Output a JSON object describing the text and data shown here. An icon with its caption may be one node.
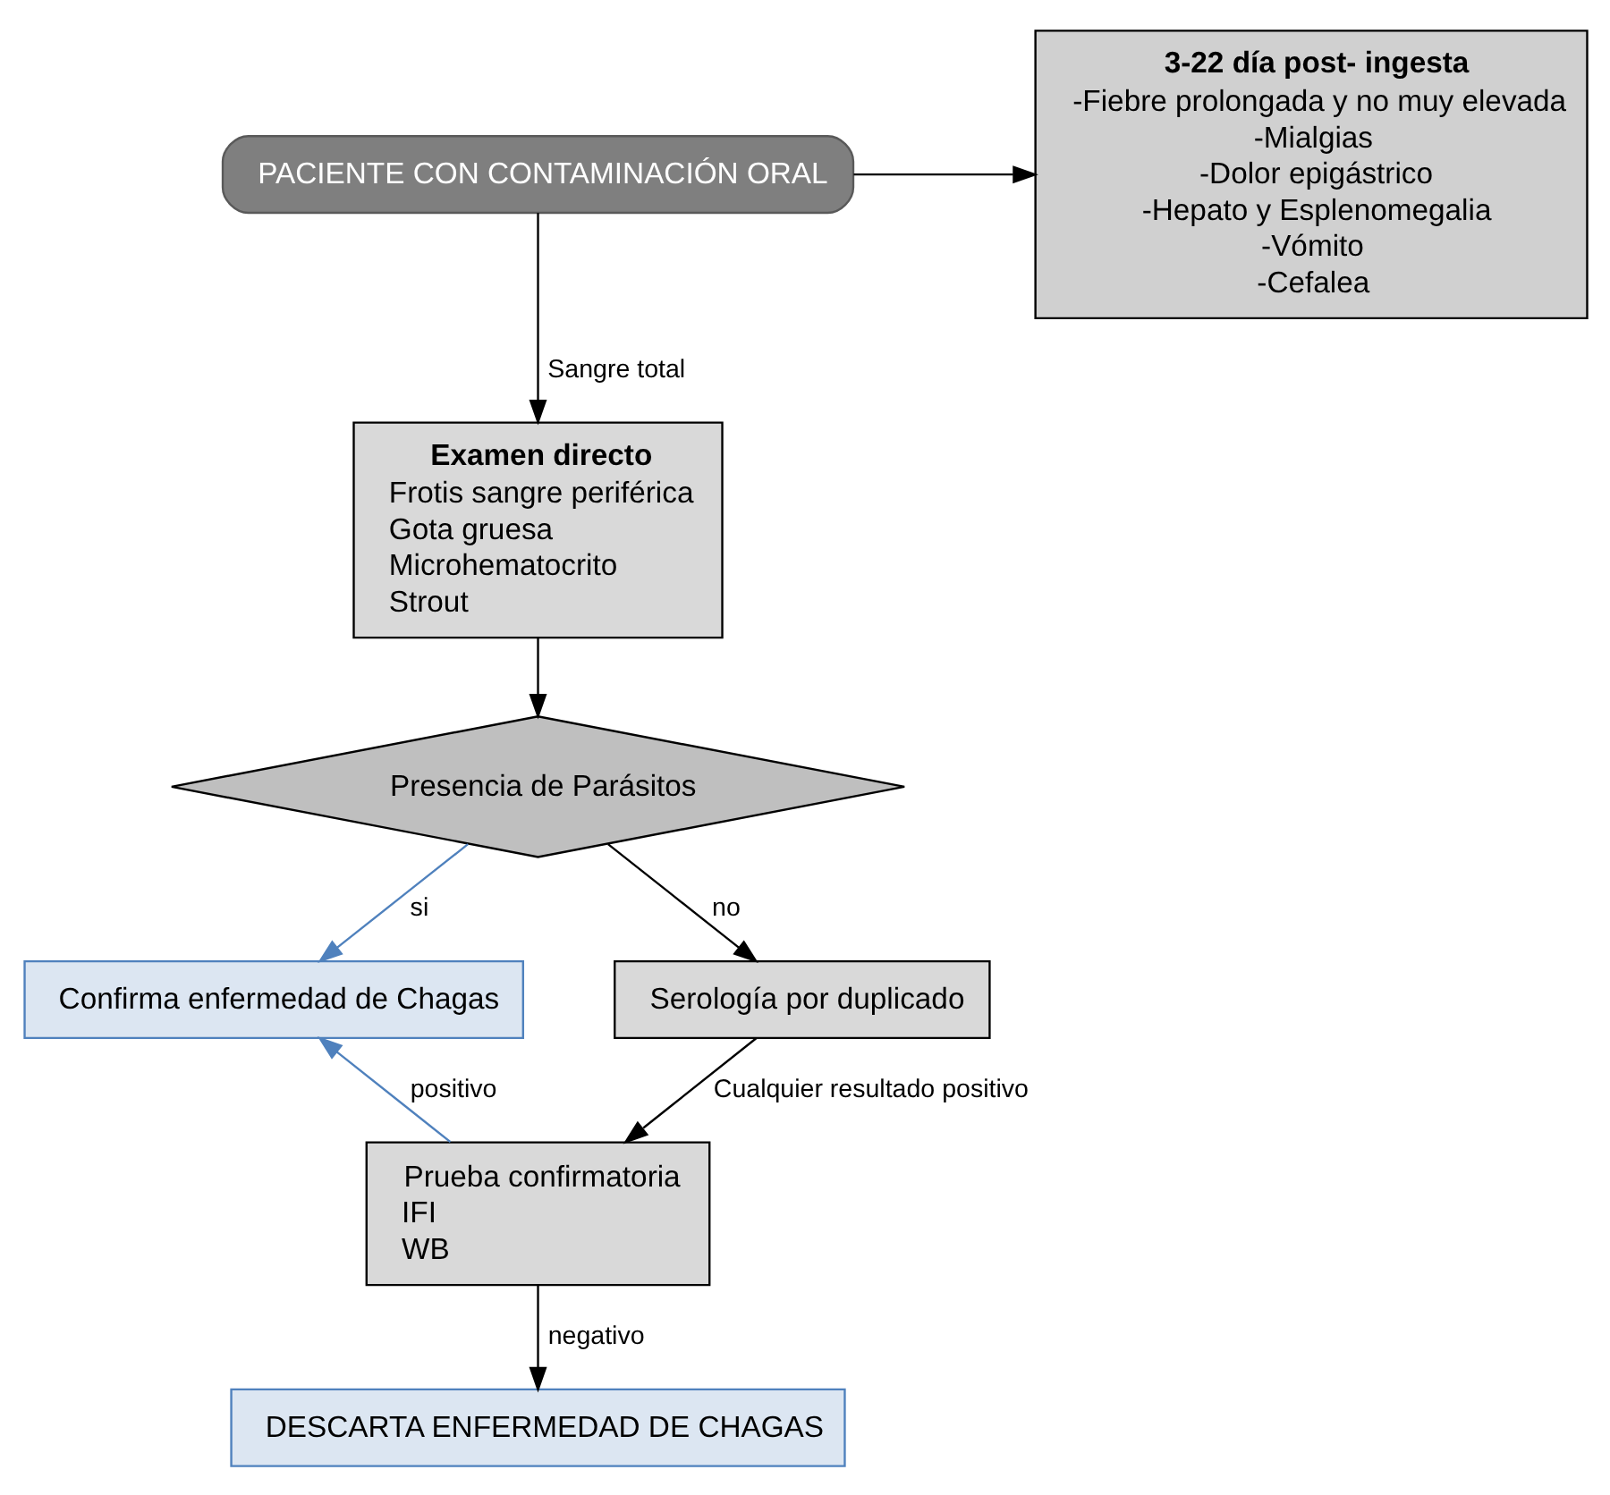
{
  "diagram": {
    "nodes": [
      {
        "text": [
          "PACIENTE CON CONTAMINACIÓN ORAL"
        ]
      },
      {
        "text": [
          "3-22 día post- ingesta",
          "-Fiebre prolongada y no muy elevada",
          "-Mialgias",
          "-Dolor epigástrico",
          "-Hepato y Esplenomegalia",
          "-Vómito",
          "-Cefalea"
        ]
      },
      {
        "text": [
          "Examen directo",
          "Frotis sangre periférica",
          "Gota gruesa",
          "Microhematocrito",
          "Strout"
        ]
      },
      {
        "text": [
          "Presencia de Parásitos"
        ]
      },
      {
        "text": [
          "Confirma enfermedad de Chagas"
        ]
      },
      {
        "text": [
          "Serología por duplicado"
        ]
      },
      {
        "text": [
          "Prueba confirmatoria",
          "IFI",
          "WB"
        ]
      },
      {
        "text": [
          "DESCARTA ENFERMEDAD DE CHAGAS"
        ]
      }
    ],
    "edges": [
      {
        "from": 0,
        "to": 1,
        "arrow": "to"
      },
      {
        "from": 0,
        "to": 2,
        "arrow": "to",
        "label": "Sangre total"
      },
      {
        "from": 2,
        "to": 3,
        "arrow": "to"
      },
      {
        "from": 3,
        "to": 4,
        "arrow": "to",
        "label": "si",
        "color": "#4f81bd"
      },
      {
        "from": 3,
        "to": 5,
        "arrow": "to",
        "label": "no"
      },
      {
        "from": 5,
        "to": 6,
        "arrow": "to",
        "label": "Cualquier resultado positivo"
      },
      {
        "from": 6,
        "to": 4,
        "arrow": "to",
        "label": "positivo",
        "color": "#4f81bd"
      },
      {
        "from": 6,
        "to": 7,
        "arrow": "to",
        "label": "negativo"
      }
    ]
  }
}
